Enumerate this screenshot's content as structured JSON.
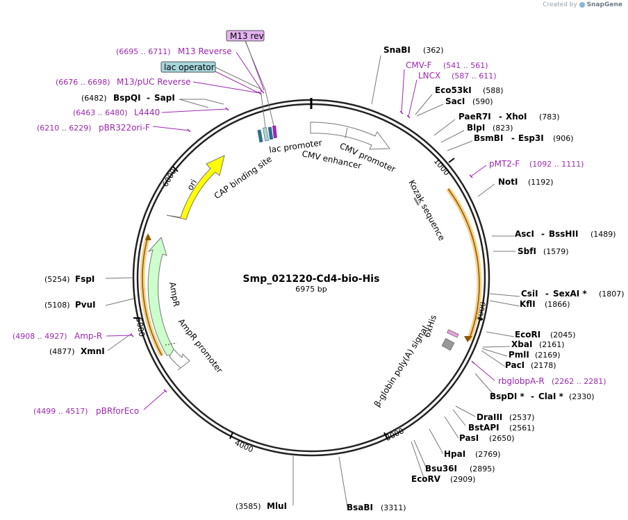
{
  "credit": {
    "prefix": "Created by",
    "brand": "SnapGene"
  },
  "plasmid": {
    "name": "Smp_021220-Cd4-bio-His",
    "size_label": "6975 bp"
  },
  "ticks": [
    "1000",
    "2000",
    "3000",
    "4000",
    "5000",
    "6000"
  ],
  "enzymes": [
    {
      "name": "SnaBI",
      "pos": "(362)"
    },
    {
      "name": "Eco53kI",
      "pos": "(588)"
    },
    {
      "name": "SacI",
      "pos": "(590)"
    },
    {
      "name": "PaeR7I",
      "name2": "XhoI",
      "pos": "(783)"
    },
    {
      "name": "BlpI",
      "pos": "(823)"
    },
    {
      "name": "BsmBI",
      "name2": "Esp3I",
      "pos": "(906)"
    },
    {
      "name": "NotI",
      "pos": "(1192)"
    },
    {
      "name": "AscI",
      "name2": "BssHII",
      "pos": "(1489)"
    },
    {
      "name": "SbfI",
      "pos": "(1579)"
    },
    {
      "name": "CsiI",
      "name2": "SexAI *",
      "pos": "(1807)"
    },
    {
      "name": "KflI",
      "pos": "(1866)"
    },
    {
      "name": "EcoRI",
      "pos": "(2045)"
    },
    {
      "name": "XbaI",
      "pos": "(2161)"
    },
    {
      "name": "PmlI",
      "pos": "(2169)"
    },
    {
      "name": "PacI",
      "pos": "(2178)"
    },
    {
      "name": "BspDI *",
      "name2": "ClaI *",
      "pos": "(2330)"
    },
    {
      "name": "DraIII",
      "pos": "(2537)"
    },
    {
      "name": "BstAPI",
      "pos": "(2561)"
    },
    {
      "name": "PasI",
      "pos": "(2650)"
    },
    {
      "name": "HpaI",
      "pos": "(2769)"
    },
    {
      "name": "Bsu36I",
      "pos": "(2895)"
    },
    {
      "name": "EcoRV",
      "pos": "(2909)"
    },
    {
      "name": "BsaBI",
      "pos": "(3311)"
    },
    {
      "name": "MluI",
      "pos": "(3585)"
    },
    {
      "name": "XmnI",
      "pos": "(4877)"
    },
    {
      "name": "PvuI",
      "pos": "(5108)"
    },
    {
      "name": "FspI",
      "pos": "(5254)"
    },
    {
      "name": "BspQI",
      "name2": "SapI",
      "pos": "(6482)"
    }
  ],
  "primers": [
    {
      "name": "CMV-F",
      "pos": "(541 .. 561)"
    },
    {
      "name": "LNCX",
      "pos": "(587 .. 611)"
    },
    {
      "name": "pMT2-F",
      "pos": "(1092 .. 1111)"
    },
    {
      "name": "rbglobpA-R",
      "pos": "(2262 .. 2281)"
    },
    {
      "name": "pBRforEco",
      "pos": "(4499 .. 4517)"
    },
    {
      "name": "Amp-R",
      "pos": "(4908 .. 4927)"
    },
    {
      "name": "pBR322ori-F",
      "pos": "(6210 .. 6229)"
    },
    {
      "name": "L4440",
      "pos": "(6463 .. 6480)"
    },
    {
      "name": "M13/pUC Reverse",
      "pos": "(6676 .. 6698)"
    },
    {
      "name": "M13 Reverse",
      "pos": "(6695 .. 6711)"
    }
  ],
  "boxed_features": [
    {
      "name": "M13 rev"
    },
    {
      "name": "lac operator"
    }
  ],
  "features": [
    {
      "name": "lac promoter"
    },
    {
      "name": "CMV promoter"
    },
    {
      "name": "CMV enhancer"
    },
    {
      "name": "CAP binding site"
    },
    {
      "name": "ori"
    },
    {
      "name": "Kozak sequence"
    },
    {
      "name": "6xHis"
    },
    {
      "name": "β-globin poly(A) signal"
    },
    {
      "name": "AmpR"
    },
    {
      "name": "AmpR promoter"
    }
  ],
  "colors": {
    "primer": "#9c27b0",
    "ori": "#ffff00",
    "ampr": "#ccffcc",
    "orf_highlight": "#f7c46c",
    "m13_box": "#e3b3f0",
    "lac_box": "#a6d6dc",
    "backbone": "#222222"
  }
}
